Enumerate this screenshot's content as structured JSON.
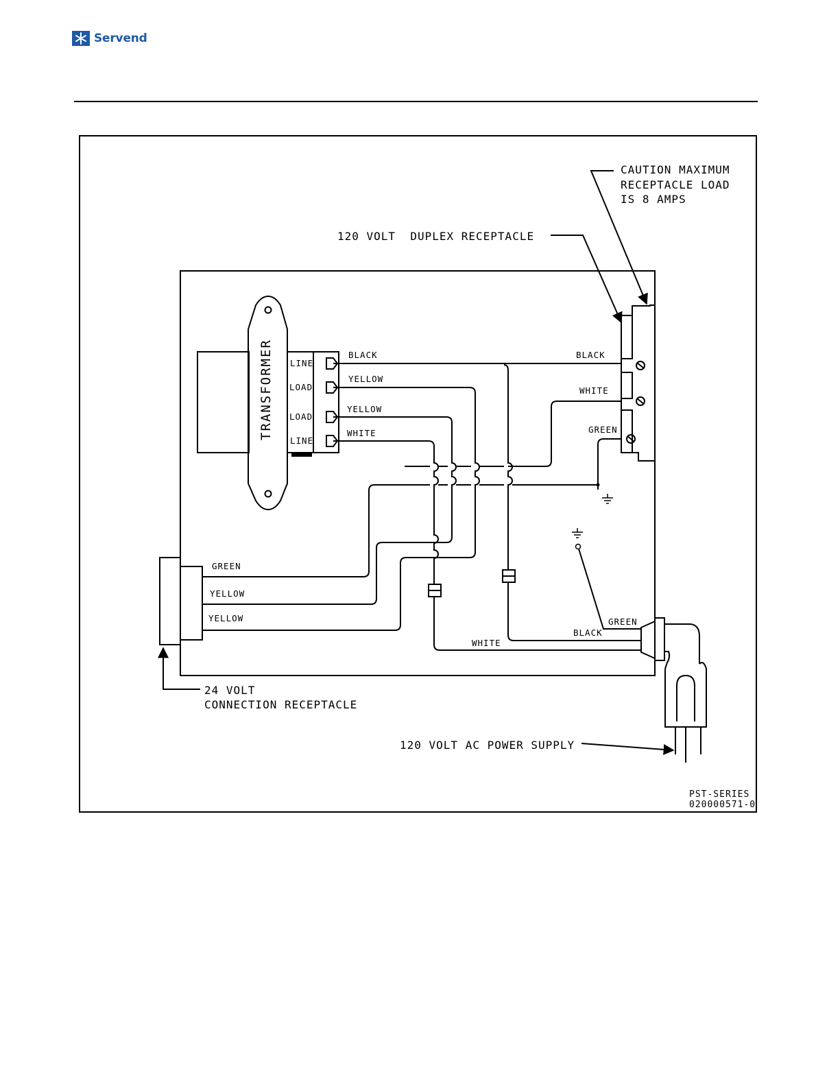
{
  "header": {
    "brand": "Servend",
    "logo_icon": "snowflake-icon",
    "brand_color": "#1f5aa6"
  },
  "diagram": {
    "callouts": {
      "caution_line1": "CAUTION MAXIMUM",
      "caution_line2": "RECEPTACLE LOAD",
      "caution_line3": "IS 8 AMPS",
      "duplex": "120 VOLT  DUPLEX RECEPTACLE",
      "low_volt_line1": "24 VOLT",
      "low_volt_line2": "CONNECTION RECEPTACLE",
      "power_supply": "120 VOLT AC POWER SUPPLY"
    },
    "transformer": {
      "label": "TRANSFORMER",
      "terminals": [
        "LINE",
        "LOAD",
        "LOAD",
        "LINE"
      ]
    },
    "wire_labels": {
      "t_black": "BLACK",
      "t_yellow1": "YELLOW",
      "t_yellow2": "YELLOW",
      "t_white": "WHITE",
      "r_black": "BLACK",
      "r_white": "WHITE",
      "r_green": "GREEN",
      "c_green": "GREEN",
      "c_yellow1": "YELLOW",
      "c_yellow2": "YELLOW",
      "p_green": "GREEN",
      "p_black": "BLACK",
      "p_white": "WHITE"
    },
    "drawing_code_line1": "PST-SERIES",
    "drawing_code_line2": "020000571-0"
  }
}
